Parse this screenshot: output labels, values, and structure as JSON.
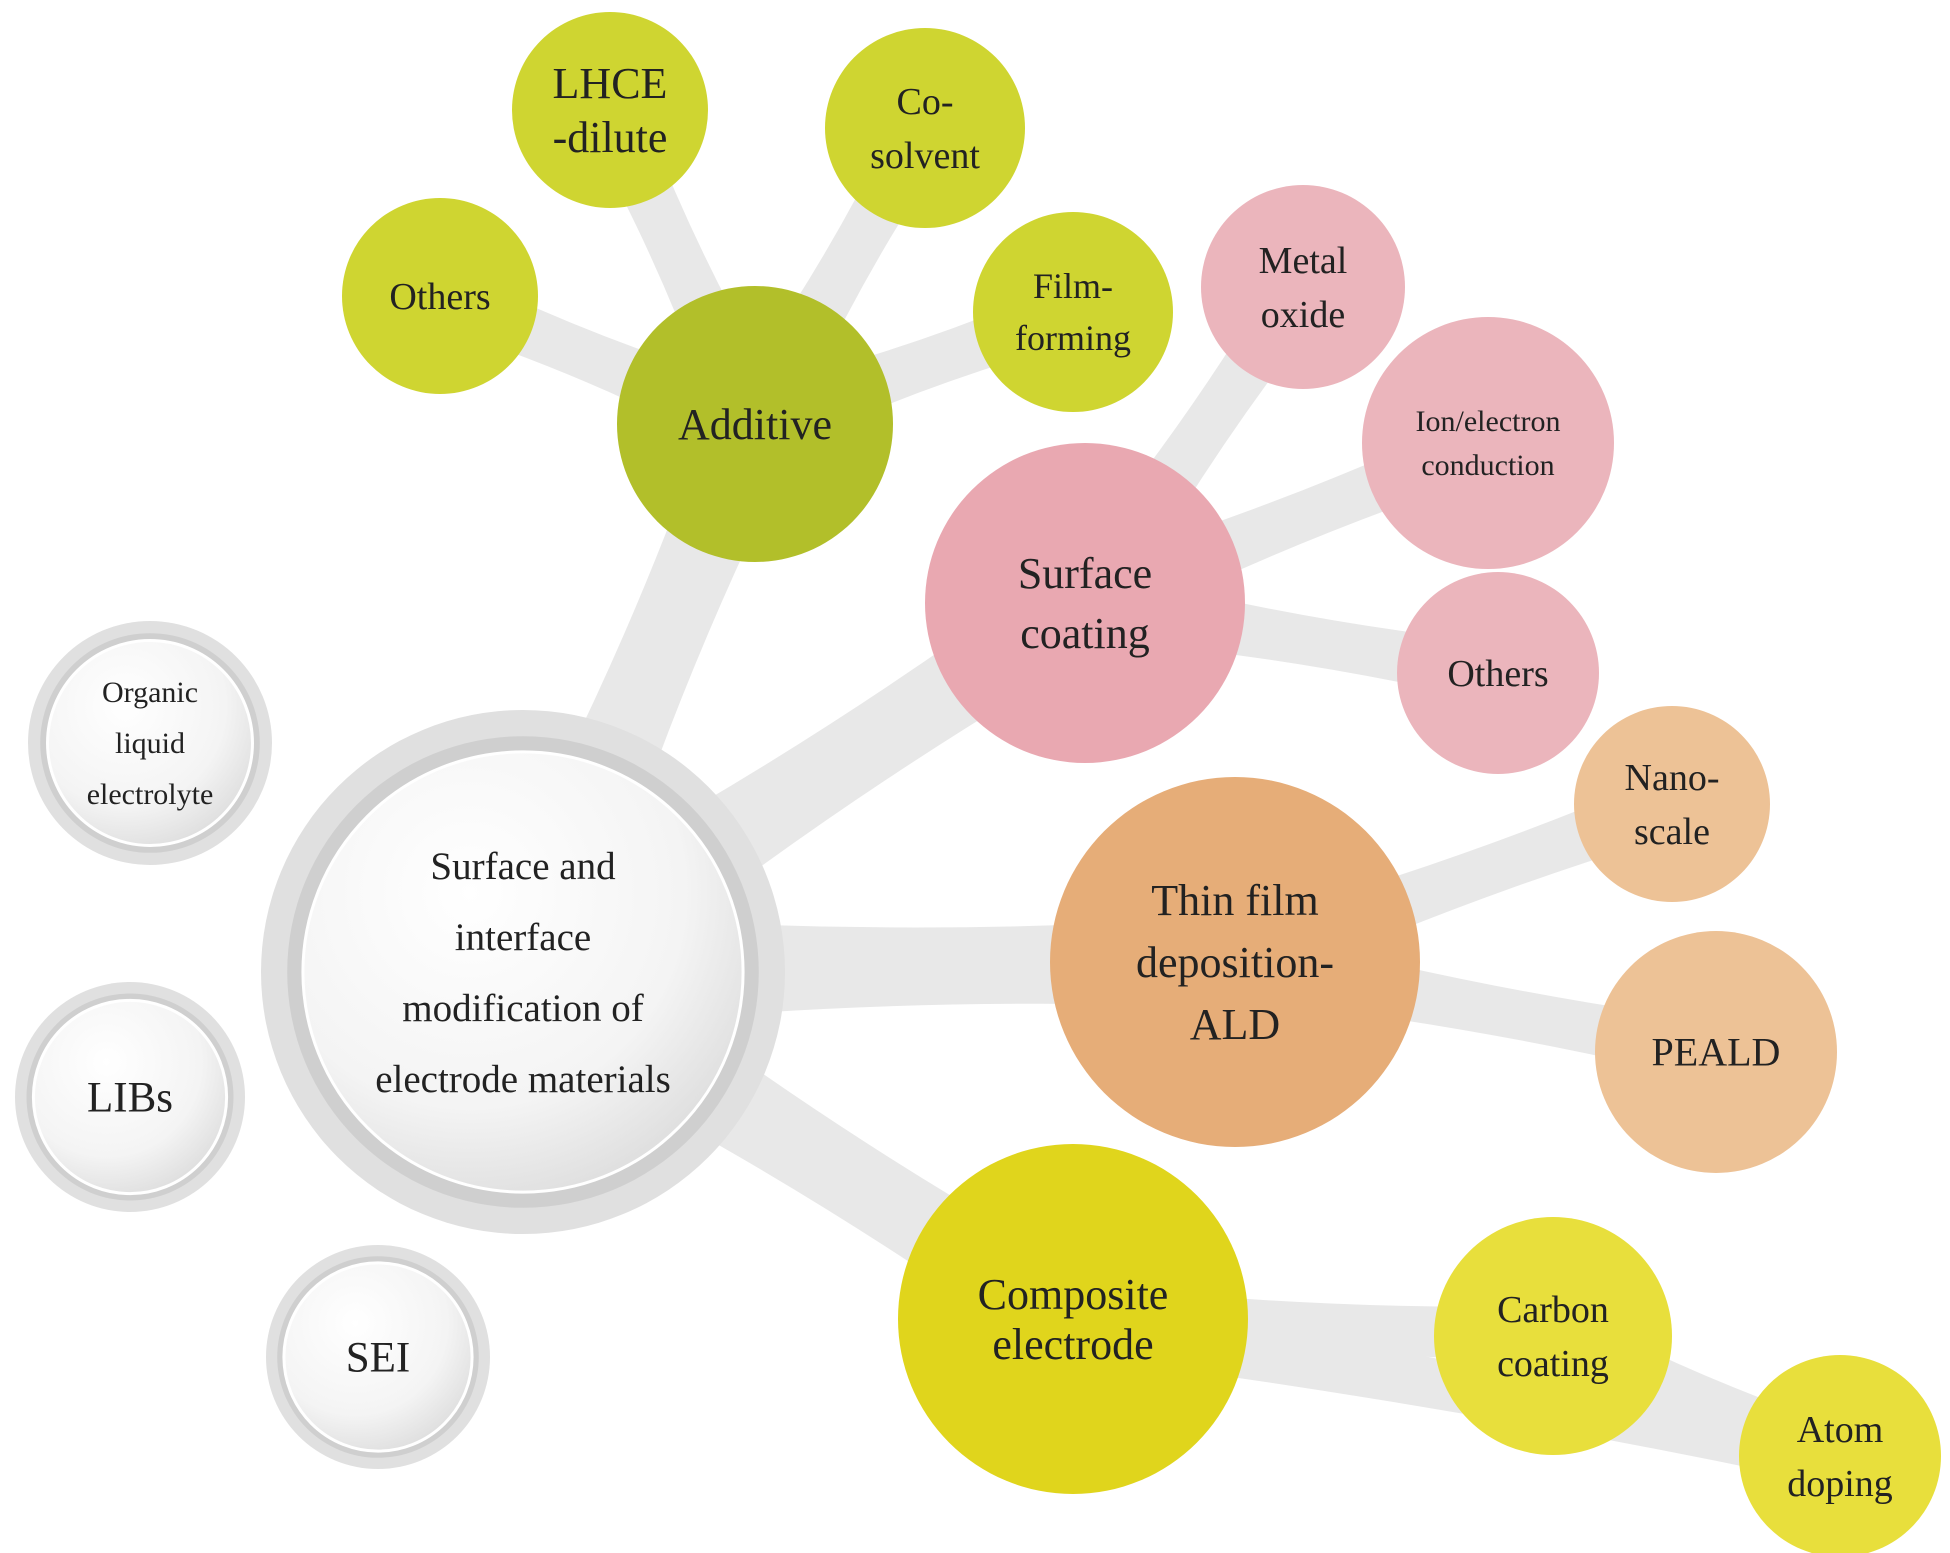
{
  "colors": {
    "branch": "#e8e8e8",
    "grey_ring": "#cfcfcf",
    "grey_outer": "#e0e0e0",
    "grey_face": "#f6f6f6",
    "additive_main": "#b2bf2a",
    "additive_leaf": "#cfd531",
    "coating_main": "#e9a8b1",
    "coating_leaf": "#ebb5bc",
    "ald_main": "#e6ad78",
    "ald_leaf": "#edc296",
    "composite_main": "#e0d51c",
    "composite_leaf": "#e8df3c"
  },
  "center": {
    "label": [
      "Surface and",
      "interface",
      "modification of",
      "electrode materials"
    ]
  },
  "context": [
    {
      "label": [
        "Organic",
        "liquid",
        "electrolyte"
      ]
    },
    {
      "label": [
        "LIBs"
      ]
    },
    {
      "label": [
        "SEI"
      ]
    }
  ],
  "branches": [
    {
      "label": [
        "Additive"
      ],
      "children": [
        {
          "label": [
            "Others"
          ]
        },
        {
          "label": [
            "LHCE",
            "-dilute"
          ]
        },
        {
          "label": [
            "Co-",
            "solvent"
          ]
        },
        {
          "label": [
            "Film-",
            "forming"
          ]
        }
      ]
    },
    {
      "label": [
        "Surface",
        "coating"
      ],
      "children": [
        {
          "label": [
            "Metal",
            "oxide"
          ]
        },
        {
          "label": [
            "Ion/electron",
            "conduction"
          ]
        },
        {
          "label": [
            "Others"
          ]
        }
      ]
    },
    {
      "label": [
        "Thin film",
        "deposition-",
        "ALD"
      ],
      "children": [
        {
          "label": [
            "Nano-",
            "scale"
          ]
        },
        {
          "label": [
            "PEALD"
          ]
        }
      ]
    },
    {
      "label": [
        "Composite",
        "electrode"
      ],
      "children": [
        {
          "label": [
            "Carbon",
            "coating"
          ]
        },
        {
          "label": [
            "Atom",
            "doping"
          ]
        }
      ]
    }
  ]
}
